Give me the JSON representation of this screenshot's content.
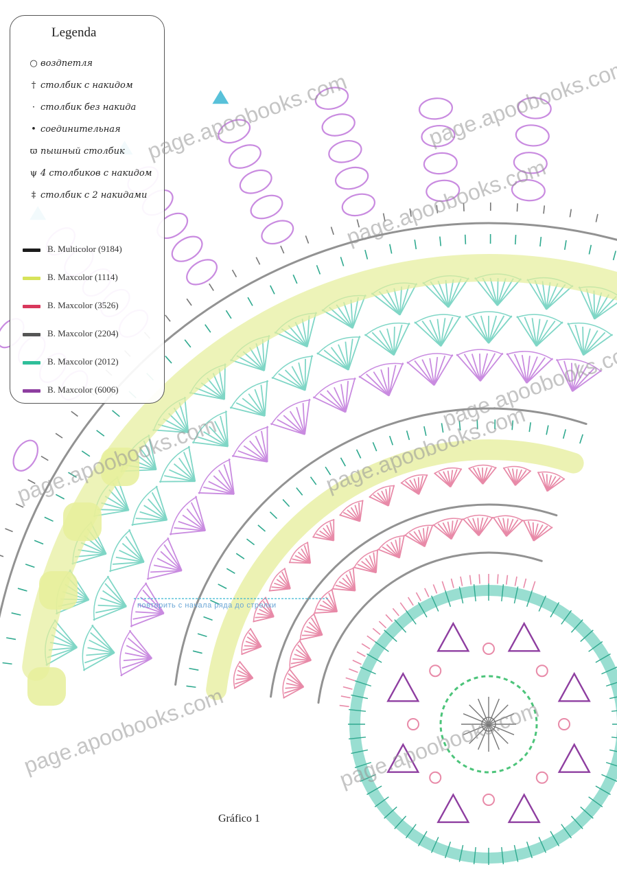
{
  "legend": {
    "title": "Legenda",
    "symbols": [
      {
        "glyph": "○",
        "label": "воздпетля"
      },
      {
        "glyph": "†",
        "label": "столбик с накидом"
      },
      {
        "glyph": "·",
        "label": "столбик без накида"
      },
      {
        "glyph": "•",
        "label": "соединительная"
      },
      {
        "glyph": "ϖ",
        "label": "пышный столбик"
      },
      {
        "glyph": "ψ",
        "label": "4 столбиков с накидом"
      },
      {
        "glyph": "‡",
        "label": "столбик с 2 накидами"
      }
    ],
    "colors": [
      {
        "label": "B. Multicolor (9184)",
        "color": "#1c1c1c"
      },
      {
        "label": "B. Maxcolor (1114)",
        "color": "#d7e35a"
      },
      {
        "label": "B. Maxcolor (3526)",
        "color": "#d8385c"
      },
      {
        "label": "B. Maxcolor (2204)",
        "color": "#555555"
      },
      {
        "label": "B. Maxcolor (2012)",
        "color": "#2fbf9a"
      },
      {
        "label": "B. Maxcolor (6006)",
        "color": "#8e3ea0"
      }
    ]
  },
  "caption": "Gráfico 1",
  "note": "повторить с начала ряда до стрелки",
  "watermark": "page.apoobooks.com",
  "palette": {
    "purple": "#c98be0",
    "purple_dark": "#8e3ea0",
    "teal": "#7fd6c6",
    "teal_dark": "#2fa98f",
    "lime": "#e6ee9a",
    "pink": "#e88aa8",
    "gray": "#777777",
    "cyan_tip": "#3bb6d2",
    "green": "#4cc47a",
    "blue": "#7a9fe8"
  }
}
